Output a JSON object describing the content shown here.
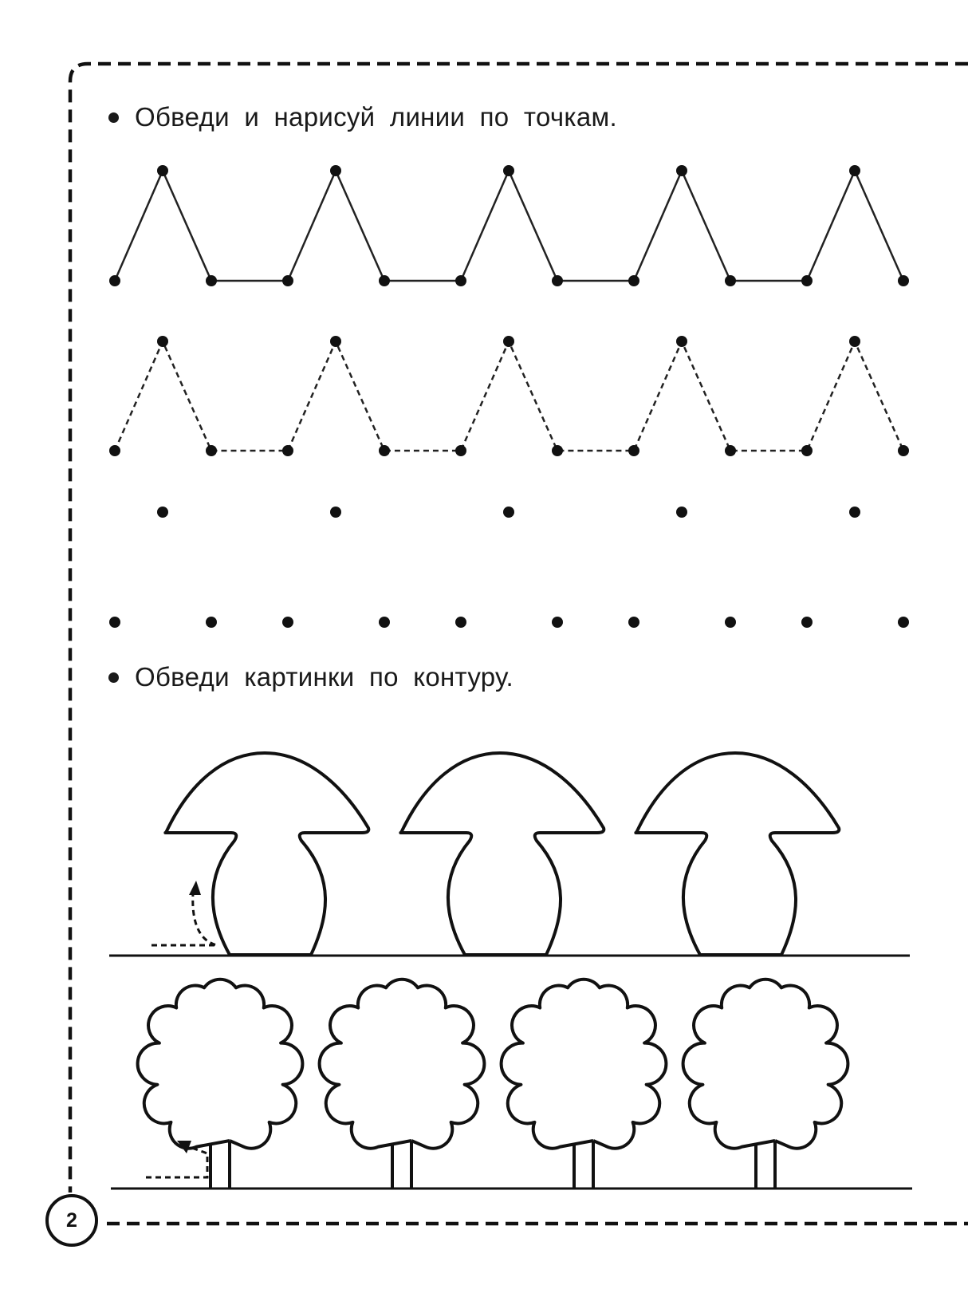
{
  "worksheet": {
    "instruction_1": "Обведи и нарисуй линии по точкам.",
    "instruction_2": "Обведи картинки по контуру.",
    "page_number": "2"
  },
  "figures": {
    "zigzag_repeats": 5,
    "mushroom_count": 3,
    "tree_count": 4
  }
}
